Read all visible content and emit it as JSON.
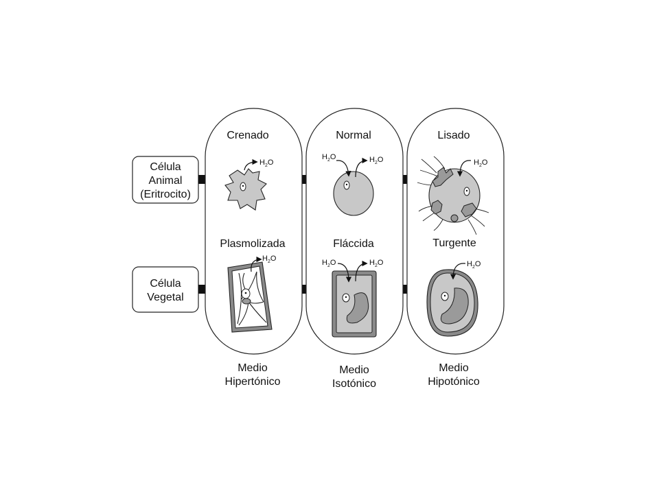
{
  "row_labels": {
    "animal": [
      "Célula",
      "Animal",
      "(Eritrocito)"
    ],
    "vegetal": [
      "Célula",
      "Vegetal"
    ]
  },
  "columns": [
    {
      "animal_state": "Crenado",
      "plant_state": "Plasmolizada",
      "medium": [
        "Medio",
        "Hipertónico"
      ]
    },
    {
      "animal_state": "Normal",
      "plant_state": "Fláccida",
      "medium": [
        "Medio",
        "Isotónico"
      ]
    },
    {
      "animal_state": "Lisado",
      "plant_state": "Turgente",
      "medium": [
        "Medio",
        "Hipotónico"
      ]
    }
  ],
  "water": {
    "base": "H",
    "subscript": "2",
    "tail": "O"
  },
  "colors": {
    "stroke": "#222222",
    "cell_fill": "#c8c8c8",
    "cell_fill_dark": "#9a9a9a",
    "wall_fill": "#8a8a8a",
    "connector": "#111111"
  }
}
